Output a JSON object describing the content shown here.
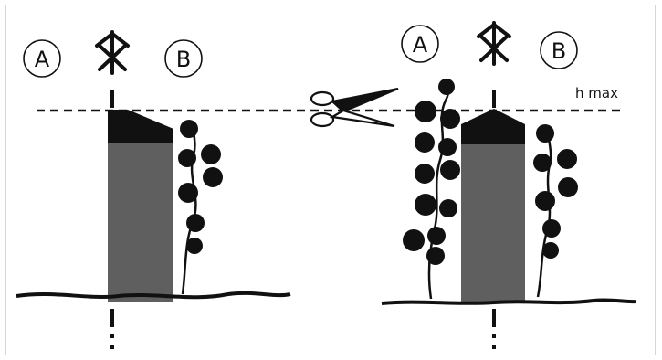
{
  "figure": {
    "left_panel": {
      "label_a": "A",
      "label_b": "B",
      "state": "before-pruning"
    },
    "right_panel": {
      "label_a": "A",
      "label_b": "B",
      "state": "after-pruning"
    },
    "height_line_label": "h max",
    "icons": [
      "plant-axis-symbol-icon",
      "scissors-icon"
    ],
    "colors": {
      "ink": "#111111",
      "post_grey": "#5f5f5f",
      "frame_border": "#d6d6d6"
    }
  }
}
